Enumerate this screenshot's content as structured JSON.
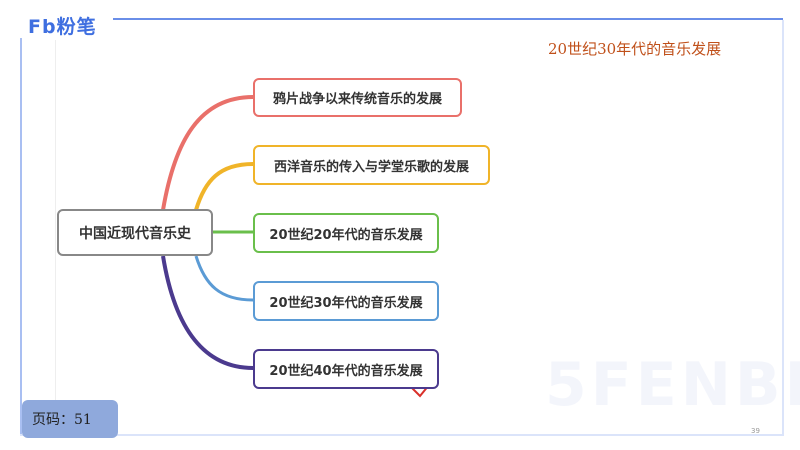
{
  "header": {
    "logo": "Fb粉笔",
    "title": "20世纪30年代的音乐发展"
  },
  "mindmap": {
    "root": "中国近现代音乐史",
    "branches": [
      {
        "label": "鸦片战争以来传统音乐的发展",
        "color": "#e9706a"
      },
      {
        "label": "西洋音乐的传入与学堂乐歌的发展",
        "color": "#f0b429"
      },
      {
        "label": "20世纪20年代的音乐发展",
        "color": "#6abf4b"
      },
      {
        "label": "20世纪30年代的音乐发展",
        "color": "#5b9bd5"
      },
      {
        "label": "20世纪40年代的音乐发展",
        "color": "#4b3a8e"
      }
    ]
  },
  "watermark": "5FENBI",
  "slide_number": "39",
  "page_badge": "页码：51",
  "annotation": "check-mark-icon"
}
